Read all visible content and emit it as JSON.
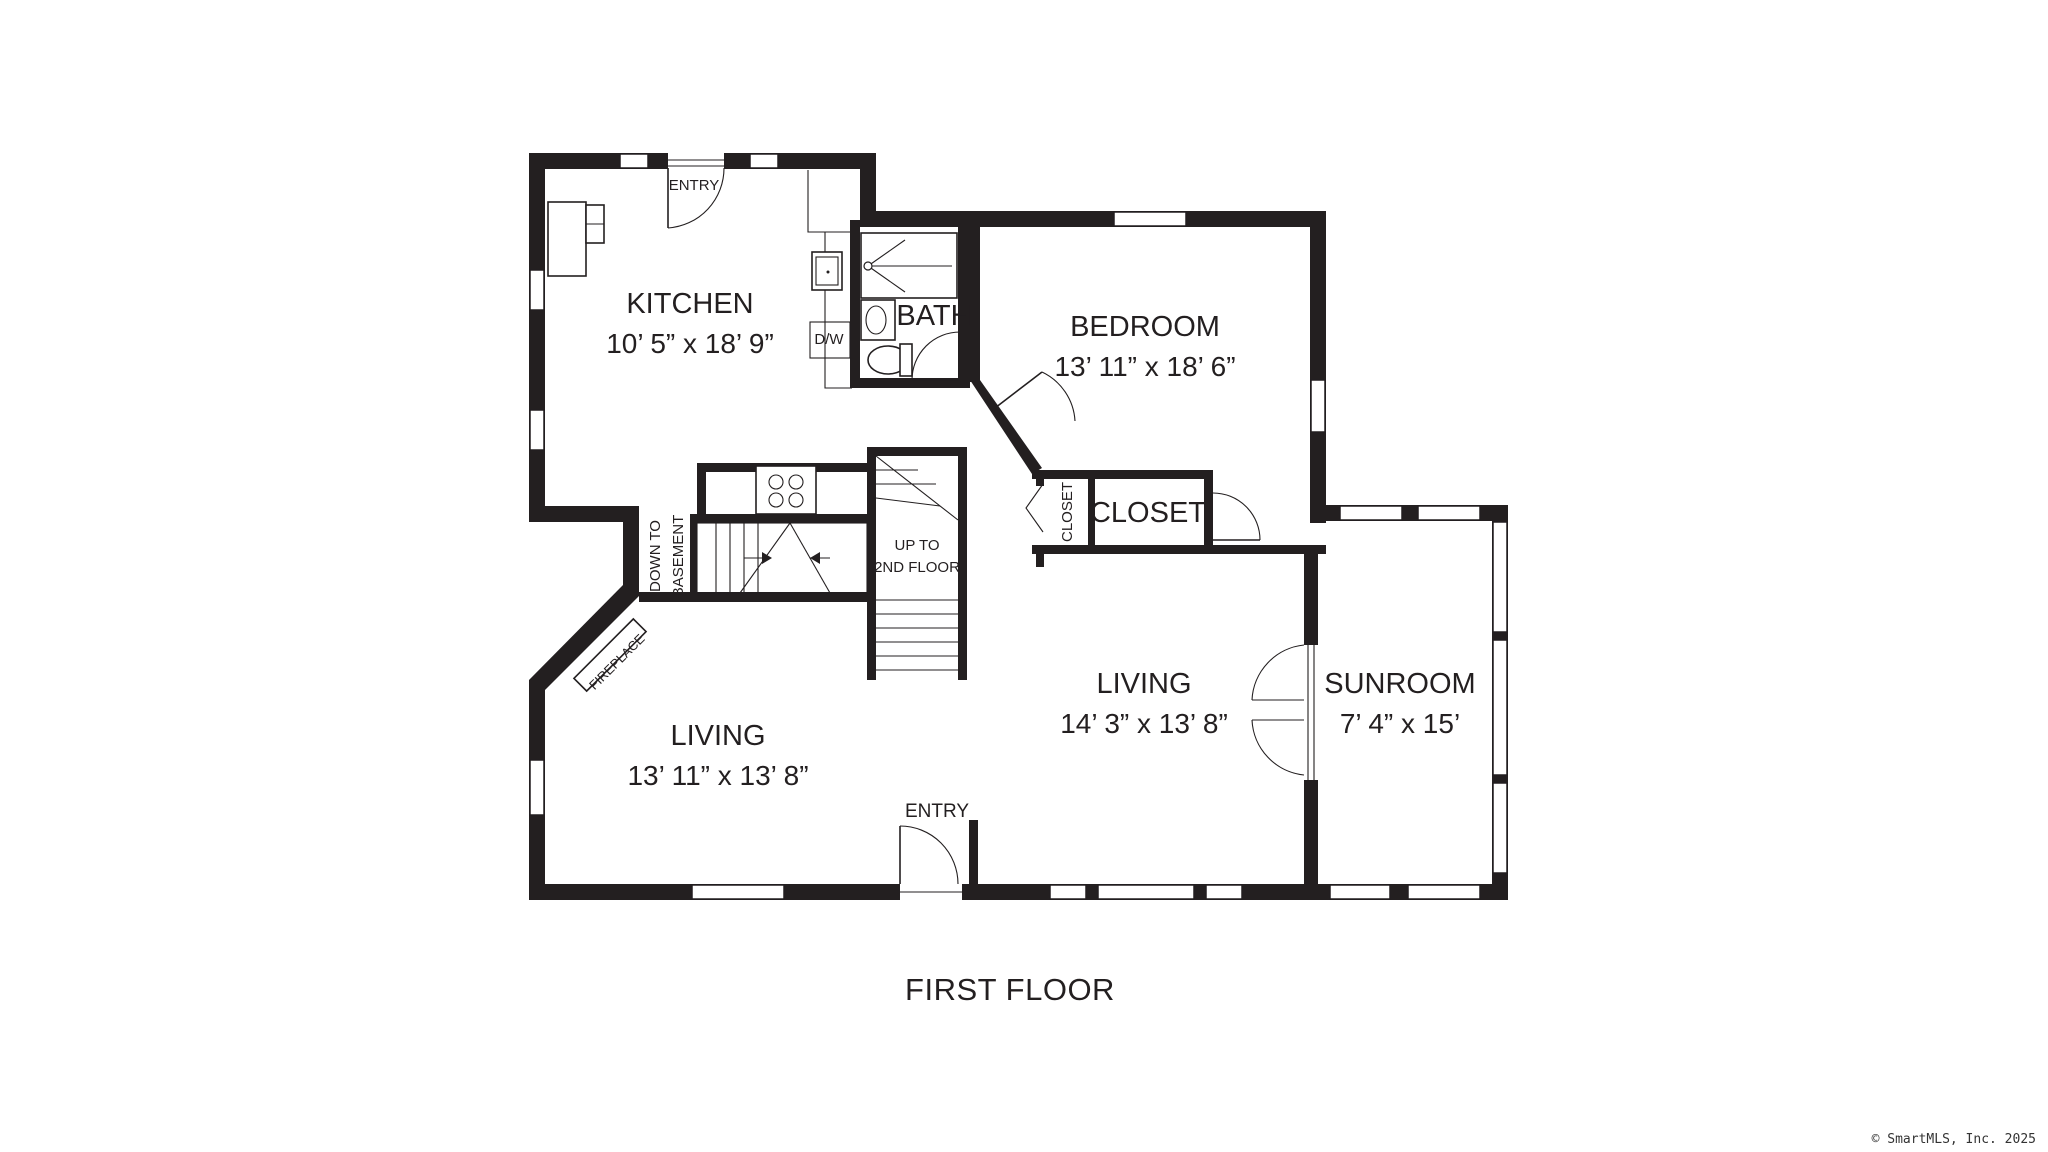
{
  "rooms": {
    "kitchen": {
      "name": "KITCHEN",
      "dims": "10’ 5” x 18’ 9”"
    },
    "bath": {
      "name": "BATH"
    },
    "bedroom": {
      "name": "BEDROOM",
      "dims": "13’ 11” x 18’ 6”"
    },
    "closet_small": {
      "name": "CLOSET"
    },
    "closet": {
      "name": "CLOSET"
    },
    "living_left": {
      "name": "LIVING",
      "dims": "13’ 11” x 13’ 8”"
    },
    "living_right": {
      "name": "LIVING",
      "dims": "14’ 3” x 13’ 8”"
    },
    "sunroom": {
      "name": "SUNROOM",
      "dims": "7’ 4” x 15’"
    }
  },
  "labels": {
    "entry_top": "ENTRY",
    "entry_bottom": "ENTRY",
    "dishwasher": "D/W",
    "down_to_basement_1": "DOWN TO",
    "down_to_basement_2": "BASEMENT",
    "up_to_2nd_1": "UP TO",
    "up_to_2nd_2": "2ND FLOOR",
    "fireplace": "FIREPLACE"
  },
  "caption": "FIRST FLOOR",
  "copyright": "© SmartMLS, Inc.  2025"
}
